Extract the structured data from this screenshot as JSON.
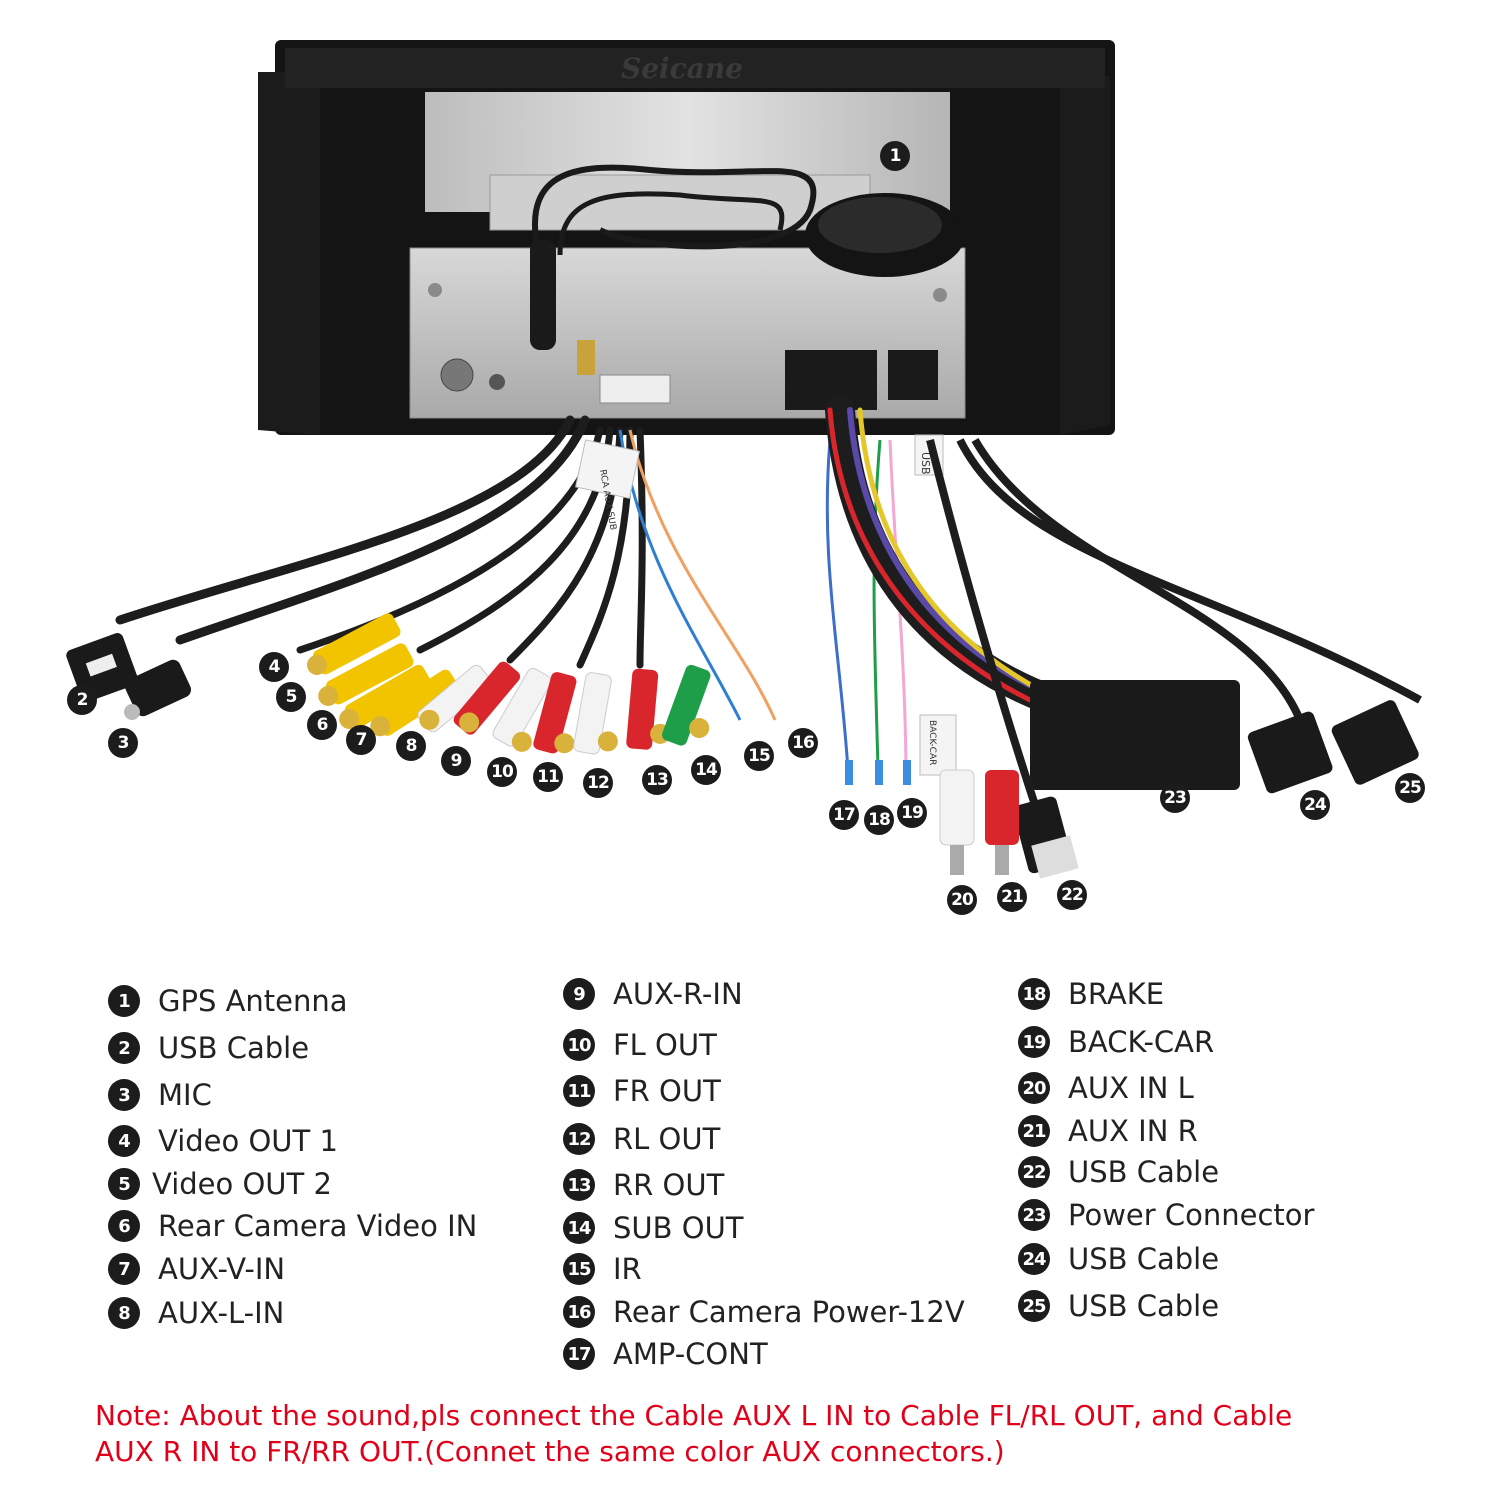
{
  "brand": "Seicane",
  "photo_badges": [
    "1",
    "2",
    "3",
    "4",
    "5",
    "6",
    "7",
    "8",
    "9",
    "10",
    "11",
    "12",
    "13",
    "14",
    "15",
    "16",
    "17",
    "18",
    "19",
    "20",
    "21",
    "22",
    "23",
    "24",
    "25"
  ],
  "sticker_texts": {
    "usb": "USB",
    "rca": "RCA AUX SUB",
    "backcar": "BACK-CAR"
  },
  "legend": [
    {
      "num": "1",
      "label": "GPS Antenna"
    },
    {
      "num": "2",
      "label": "USB Cable"
    },
    {
      "num": "3",
      "label": "MIC"
    },
    {
      "num": "4",
      "label": "Video OUT 1"
    },
    {
      "num": "5",
      "label": "Video OUT 2"
    },
    {
      "num": "6",
      "label": "Rear Camera Video IN"
    },
    {
      "num": "7",
      "label": "AUX-V-IN"
    },
    {
      "num": "8",
      "label": "AUX-L-IN"
    },
    {
      "num": "9",
      "label": "AUX-R-IN"
    },
    {
      "num": "10",
      "label": "FL OUT"
    },
    {
      "num": "11",
      "label": "FR OUT"
    },
    {
      "num": "12",
      "label": "RL OUT"
    },
    {
      "num": "13",
      "label": "RR OUT"
    },
    {
      "num": "14",
      "label": "SUB OUT"
    },
    {
      "num": "15",
      "label": "IR"
    },
    {
      "num": "16",
      "label": "Rear Camera Power-12V"
    },
    {
      "num": "17",
      "label": "AMP-CONT"
    },
    {
      "num": "18",
      "label": "BRAKE"
    },
    {
      "num": "19",
      "label": "BACK-CAR"
    },
    {
      "num": "20",
      "label": "AUX IN L"
    },
    {
      "num": "21",
      "label": "AUX IN R"
    },
    {
      "num": "22",
      "label": "USB Cable"
    },
    {
      "num": "23",
      "label": "Power Connector"
    },
    {
      "num": "24",
      "label": "USB Cable"
    },
    {
      "num": "25",
      "label": "USB Cable"
    }
  ],
  "note": {
    "line1": "Note: About the sound,pls connect the Cable AUX L IN to Cable FL/RL OUT, and Cable",
    "line2": "AUX R IN to  FR/RR OUT.(Connet the same color AUX connectors.)"
  },
  "colors": {
    "note": "#e1001a",
    "badge": "#1c1c1c",
    "rca_yellow": "#f2c400",
    "rca_red": "#d9262d",
    "rca_white": "#f3f3f3",
    "rca_green": "#1f9e4a"
  }
}
